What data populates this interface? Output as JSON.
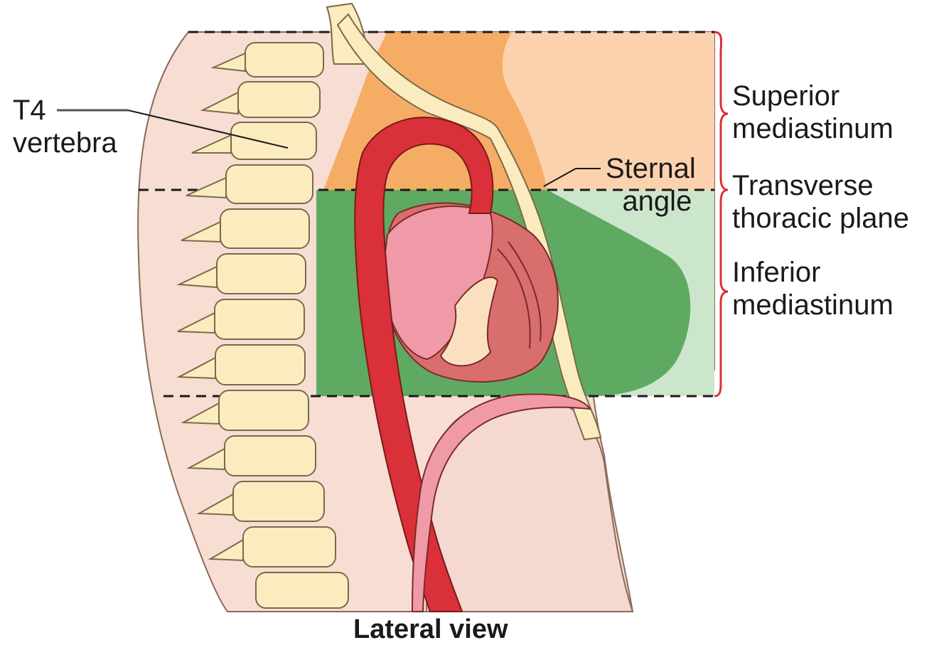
{
  "labels": {
    "t4_line1": "T4",
    "t4_line2": "vertebra",
    "superior_line1": "Superior",
    "superior_line2": "mediastinum",
    "sternal_line1": "Sternal",
    "sternal_line2": "angle",
    "transverse_line1": "Transverse",
    "transverse_line2": "thoracic plane",
    "inferior_line1": "Inferior",
    "inferior_line2": "mediastinum"
  },
  "caption": "Lateral view",
  "colors": {
    "skin": "#f7ddd2",
    "superior_region": "#fbd2ad",
    "superior_fill": "#f5ad66",
    "inferior_region": "#cce6cc",
    "inferior_fill": "#5faa62",
    "bone": "#fbecc0",
    "bone_outline": "#7a6a4a",
    "aorta": "#d9303a",
    "heart_pink": "#ef9aa6",
    "heart_muscle": "#d96e6e",
    "brace": "#d9303a"
  }
}
